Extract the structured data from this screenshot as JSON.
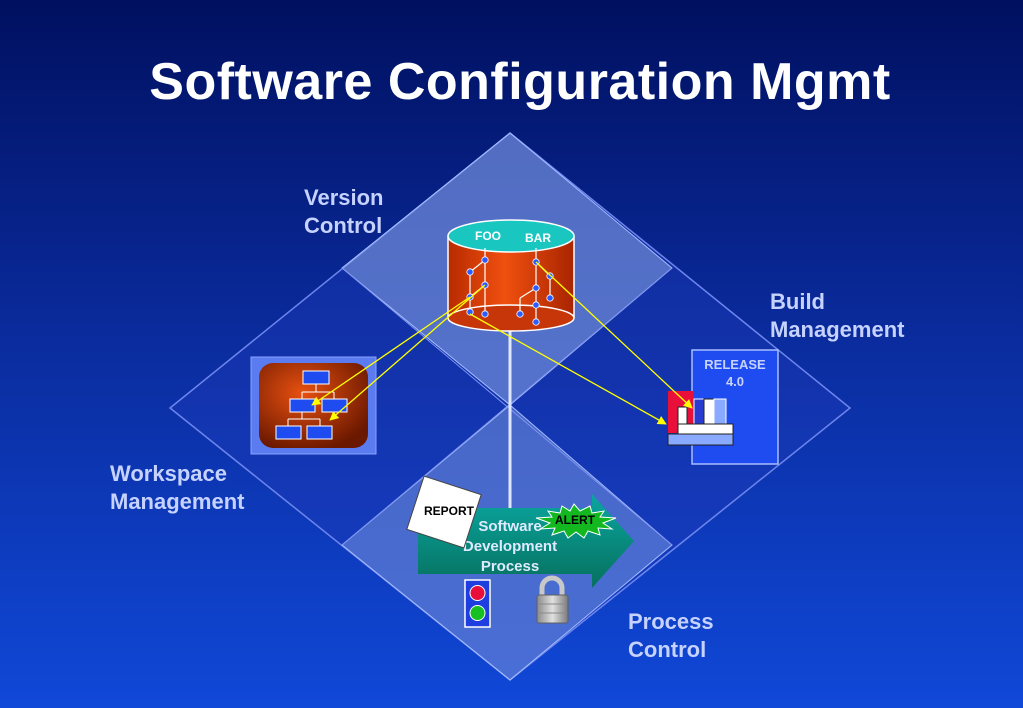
{
  "title": "Software Configuration Mgmt",
  "quadrants": {
    "version_control": [
      "Version",
      "Control"
    ],
    "build_management": [
      "Build",
      "Management"
    ],
    "workspace_management": [
      "Workspace",
      "Management"
    ],
    "process_control": [
      "Process",
      "Control"
    ]
  },
  "repository": {
    "left_label": "FOO",
    "right_label": "BAR"
  },
  "release": {
    "line1": "RELEASE",
    "line2": "4.0"
  },
  "process": {
    "line1": "Software",
    "line2": "Development",
    "line3": "Process"
  },
  "report_label": "REPORT",
  "alert_label": "ALERT",
  "icons": [
    "database-cylinder-icon",
    "workspace-tree-icon",
    "build-blocks-icon",
    "traffic-light-icon",
    "padlock-icon",
    "report-paper-icon",
    "alert-burst-icon"
  ],
  "colors": {
    "title": "#ffffff",
    "label": "#c6d2ff",
    "repository": "#e8420c",
    "repository_top": "#19c6c0",
    "arrow": "#ffff00"
  }
}
